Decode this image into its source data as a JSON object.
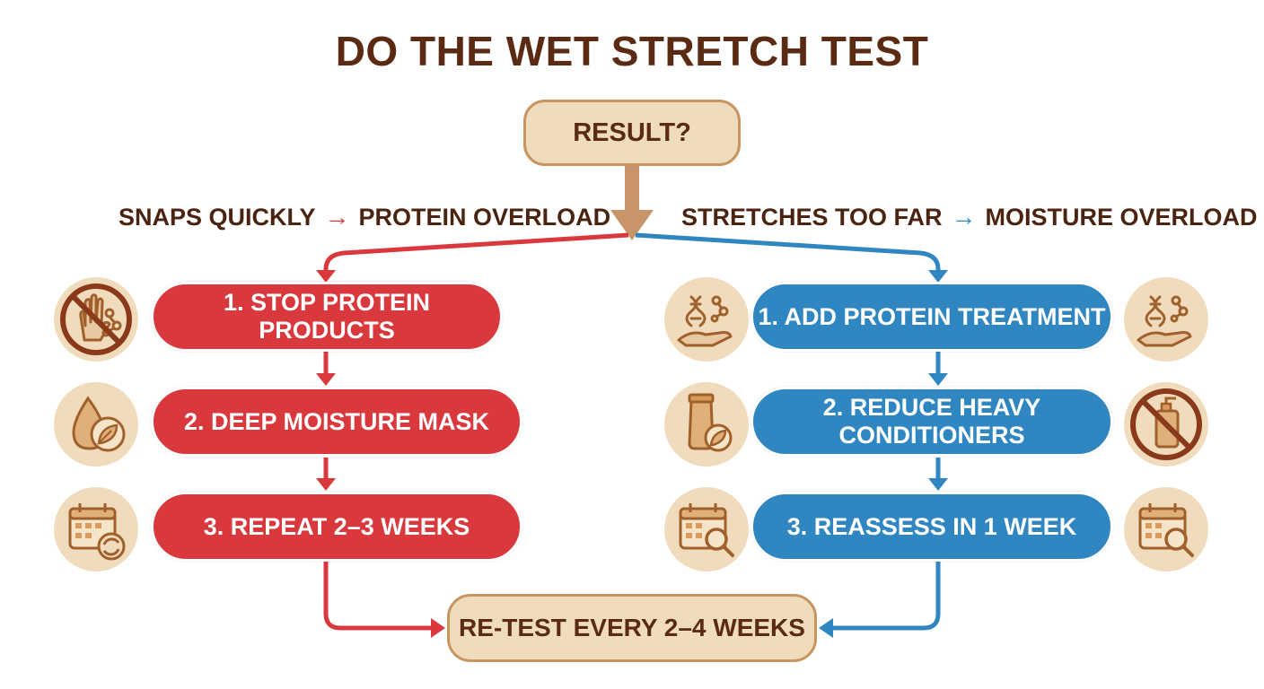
{
  "title": "DO THE WET STRETCH TEST",
  "decision": "RESULT?",
  "left_branch": {
    "condition": "SNAPS QUICKLY",
    "outcome": "PROTEIN OVERLOAD",
    "color": "#d9383d",
    "steps": [
      {
        "label": "1. STOP PROTEIN PRODUCTS",
        "icon": "no-protein-icon"
      },
      {
        "label": "2. DEEP MOISTURE MASK",
        "icon": "moisture-drop-leaf-icon"
      },
      {
        "label": "3. REPEAT 2–3 WEEKS",
        "icon": "calendar-repeat-icon"
      }
    ]
  },
  "right_branch": {
    "condition": "STRETCHES TOO FAR",
    "outcome": "MOISTURE OVERLOAD",
    "color": "#2f86c0",
    "steps": [
      {
        "label": "1. ADD PROTEIN TREATMENT",
        "icon": "protein-hand-icon"
      },
      {
        "label": "2. REDUCE HEAVY CONDITIONERS",
        "icon": "conditioner-tube-icon"
      },
      {
        "label": "3. REASSESS IN 1 WEEK",
        "icon": "calendar-search-icon"
      }
    ]
  },
  "final": "RE-TEST EVERY 2–4 WEEKS",
  "colors": {
    "title": "#5a2a12",
    "neutral_fill": "#efdcbd",
    "neutral_border": "#c89460",
    "icon_line": "#a0602c",
    "red": "#d9383d",
    "blue": "#2f86c0"
  }
}
